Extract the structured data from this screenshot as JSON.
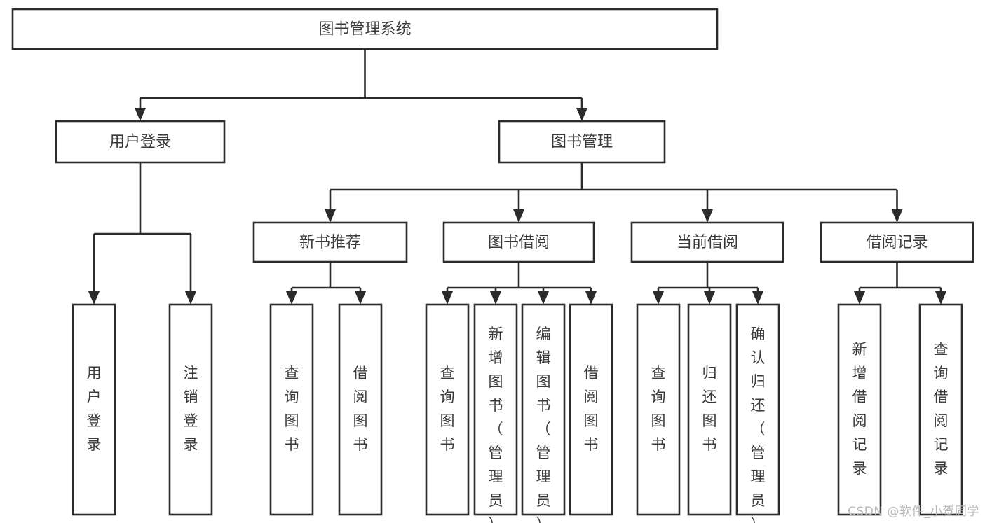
{
  "diagram": {
    "title": "图书管理系统",
    "type": "tree-hierarchy",
    "watermark": "CSDN @软件_小贺同学",
    "colors": {
      "stroke": "#2b2b2b",
      "fill": "#ffffff",
      "text": "#3a3a3a",
      "background": "#ffffff",
      "watermark": "#b9b9b9"
    },
    "nodes": {
      "root": {
        "label": "图书管理系统",
        "orientation": "horizontal"
      },
      "level1": [
        {
          "label": "用户登录",
          "orientation": "horizontal"
        },
        {
          "label": "图书管理",
          "orientation": "horizontal"
        }
      ],
      "level2": [
        {
          "label": "新书推荐",
          "orientation": "horizontal"
        },
        {
          "label": "图书借阅",
          "orientation": "horizontal"
        },
        {
          "label": "当前借阅",
          "orientation": "horizontal"
        },
        {
          "label": "借阅记录",
          "orientation": "horizontal"
        }
      ],
      "leaves": {
        "user_login": [
          {
            "label": "用户登录",
            "orientation": "vertical"
          },
          {
            "label": "注销登录",
            "orientation": "vertical"
          }
        ],
        "new_book_recommend": [
          {
            "label": "查询图书",
            "orientation": "vertical"
          },
          {
            "label": "借阅图书",
            "orientation": "vertical"
          }
        ],
        "book_borrow": [
          {
            "label": "查询图书",
            "orientation": "vertical"
          },
          {
            "label": "新增图书（管理员）",
            "orientation": "vertical"
          },
          {
            "label": "编辑图书（管理员）",
            "orientation": "vertical"
          },
          {
            "label": "借阅图书",
            "orientation": "vertical"
          }
        ],
        "current_borrow": [
          {
            "label": "查询图书",
            "orientation": "vertical"
          },
          {
            "label": "归还图书",
            "orientation": "vertical"
          },
          {
            "label": "确认归还（管理员）",
            "orientation": "vertical"
          }
        ],
        "borrow_record": [
          {
            "label": "新增借阅记录",
            "orientation": "vertical"
          },
          {
            "label": "查询借阅记录",
            "orientation": "vertical"
          }
        ]
      }
    }
  }
}
